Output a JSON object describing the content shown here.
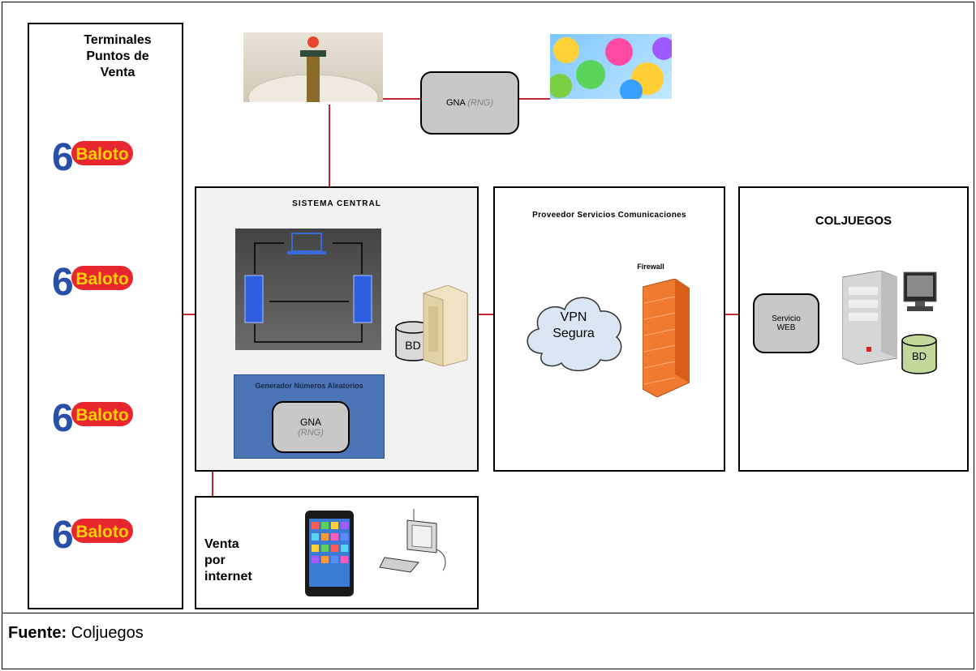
{
  "terminals": {
    "title_line1": "Terminales",
    "title_line2": "Puntos de",
    "title_line3": "Venta",
    "logo_text": "Baloto"
  },
  "top": {
    "gna_label": "GNA",
    "gna_sub": "(RNG)"
  },
  "central": {
    "title": "SISTEMA CENTRAL",
    "db_label": "BD",
    "generator_title": "Generador Números Aleatorios",
    "generator_gna": "GNA",
    "generator_sub": "(RNG)"
  },
  "provider": {
    "title": "Proveedor Servicios Comunicaciones",
    "firewall_label": "Firewall",
    "vpn_line1": "VPN",
    "vpn_line2": "Segura"
  },
  "coljuegos": {
    "title": "COLJUEGOS",
    "service_line1": "Servicio",
    "service_line2": "WEB",
    "db_label": "BD"
  },
  "internet": {
    "line1": "Venta",
    "line2": "por",
    "line3": "internet"
  },
  "caption": {
    "label": "Fuente:",
    "source": "Coljuegos"
  },
  "colors": {
    "link": "#c0282e",
    "box_fill": "#f2f2f2",
    "generator_fill": "#4a74b4",
    "gna_fill": "#c8c8c8",
    "firewall": "#f07a30",
    "db_green": "#c4d79b"
  }
}
